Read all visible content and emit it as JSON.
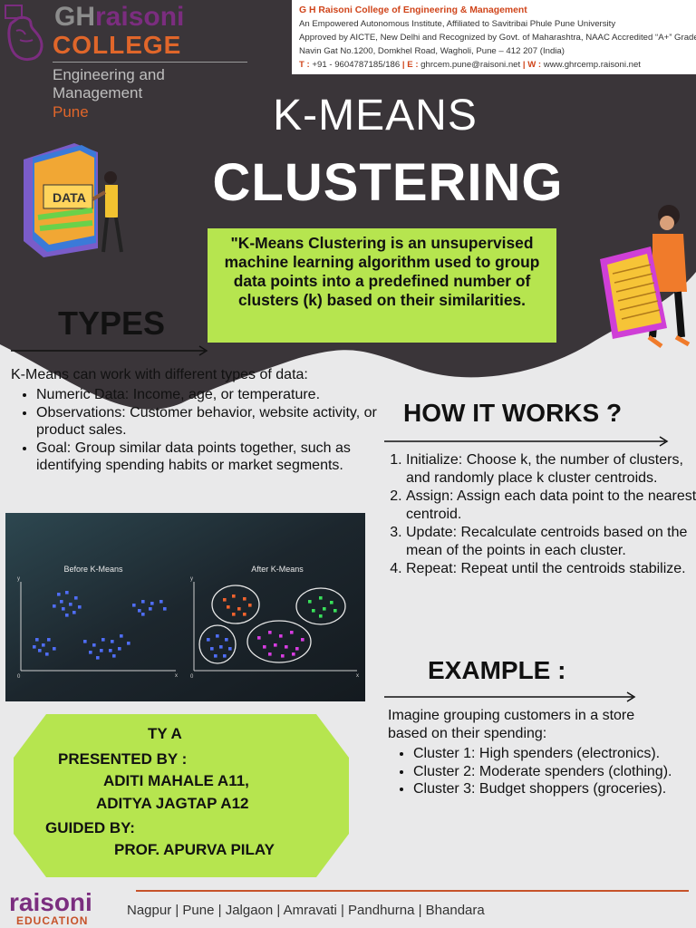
{
  "header": {
    "logo": {
      "gh": "GH",
      "raisoni": "raisoni",
      "college": "COLLEGE",
      "eng_line1": "Engineering and",
      "eng_line2": "Management",
      "city": "Pune"
    },
    "info": {
      "institution": "G H Raisoni College of Engineering & Management",
      "line1": "An Empowered Autonomous Institute, Affiliated to Savitribai Phule Pune University",
      "line2": "Approved by AICTE, New Delhi and Recognized by Govt. of Maharashtra, NAAC Accredited “A+” Grade",
      "line3": "Navin Gat No.1200, Domkhel Road, Wagholi, Pune – 412 207 (India)",
      "phone_label": "T :",
      "phone": " +91 -  9604787185/186",
      "email_label": "E :",
      "email": " ghrcem.pune@raisoni.net",
      "web_label": "W :",
      "web": " www.ghrcemp.raisoni.net",
      "sep": " | "
    }
  },
  "title": {
    "line1": "K-MEANS",
    "line2": "CLUSTERING"
  },
  "definition": "\"K-Means Clustering is an unsupervised machine learning algorithm used to group data points into a predefined number of clusters (k) based on their similarities.",
  "types": {
    "heading": "TYPES",
    "intro": "K-Means can work with different types of data:",
    "items": [
      "Numeric Data: Income, age, or temperature.",
      "Observations: Customer behavior, website activity, or product sales.",
      "Goal: Group similar data points together, such as identifying spending habits or market segments."
    ]
  },
  "how_it_works": {
    "heading": "HOW IT WORKS ?",
    "steps": [
      "Initialize: Choose k, the number of clusters, and randomly place k cluster centroids.",
      "Assign: Assign each data point to the nearest centroid.",
      "Update: Recalculate centroids based on the mean of the points in each cluster.",
      "Repeat: Repeat until the centroids stabilize."
    ]
  },
  "figure": {
    "before_label": "Before K-Means",
    "after_label": "After K-Means",
    "axis_x": "x",
    "axis_y": "y",
    "origin": "0",
    "colors": {
      "background": "#1d2a31",
      "before_points": "#4f6df5",
      "cluster_orange": "#f0632e",
      "cluster_green": "#39e05a",
      "cluster_magenta": "#d63ce0",
      "cluster_blue": "#4f6df5"
    }
  },
  "example": {
    "heading": "EXAMPLE :",
    "intro": "Imagine grouping customers in a store based on their spending:",
    "items": [
      "Cluster 1: High spenders (electronics).",
      "Cluster 2: Moderate spenders (clothing).",
      "Cluster 3: Budget shoppers (groceries)."
    ]
  },
  "presenter": {
    "class": "TY A",
    "presented_by_label": "PRESENTED BY :",
    "student1": "ADITI MAHALE A11,",
    "student2": "ADITYA JAGTAP A12",
    "guided_by_label": "GUIDED BY:",
    "guide": "PROF. APURVA PILAY"
  },
  "illustrations": {
    "book_label": "DATA"
  },
  "footer": {
    "brand": "raisoni",
    "brand_sub": "EDUCATION",
    "cities": "Nagpur  |  Pune  |  Jalgaon  |  Amravati  |  Pandhurna  |  Bhandara"
  },
  "colors": {
    "dark": "#3a3539",
    "accent_green": "#b6e54f",
    "accent_orange": "#c6532a",
    "brand_purple": "#7b2d7f"
  }
}
